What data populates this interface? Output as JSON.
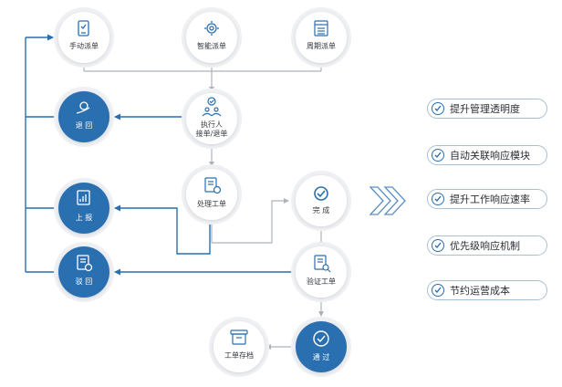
{
  "nodes": {
    "manual_dispatch": "手动派单",
    "smart_dispatch": "智能派单",
    "periodic_dispatch": "周期派单",
    "executor_line1": "执行人",
    "executor_line2": "接单/退单",
    "return": "退 回",
    "process_ticket": "处理工单",
    "report": "上 报",
    "complete": "完 成",
    "reject": "驳 回",
    "verify_ticket": "验证工单",
    "archive_ticket": "工单存档",
    "approve": "通 过"
  },
  "benefits": [
    "提升管理透明度",
    "自动关联响应模块",
    "提升工作响应速率",
    "优先级响应机制",
    "节约运营成本"
  ],
  "colors": {
    "accent_blue": "#2a6fb0",
    "line_gray": "#aeb4ba",
    "ring_gray": "#e3e6ea"
  }
}
